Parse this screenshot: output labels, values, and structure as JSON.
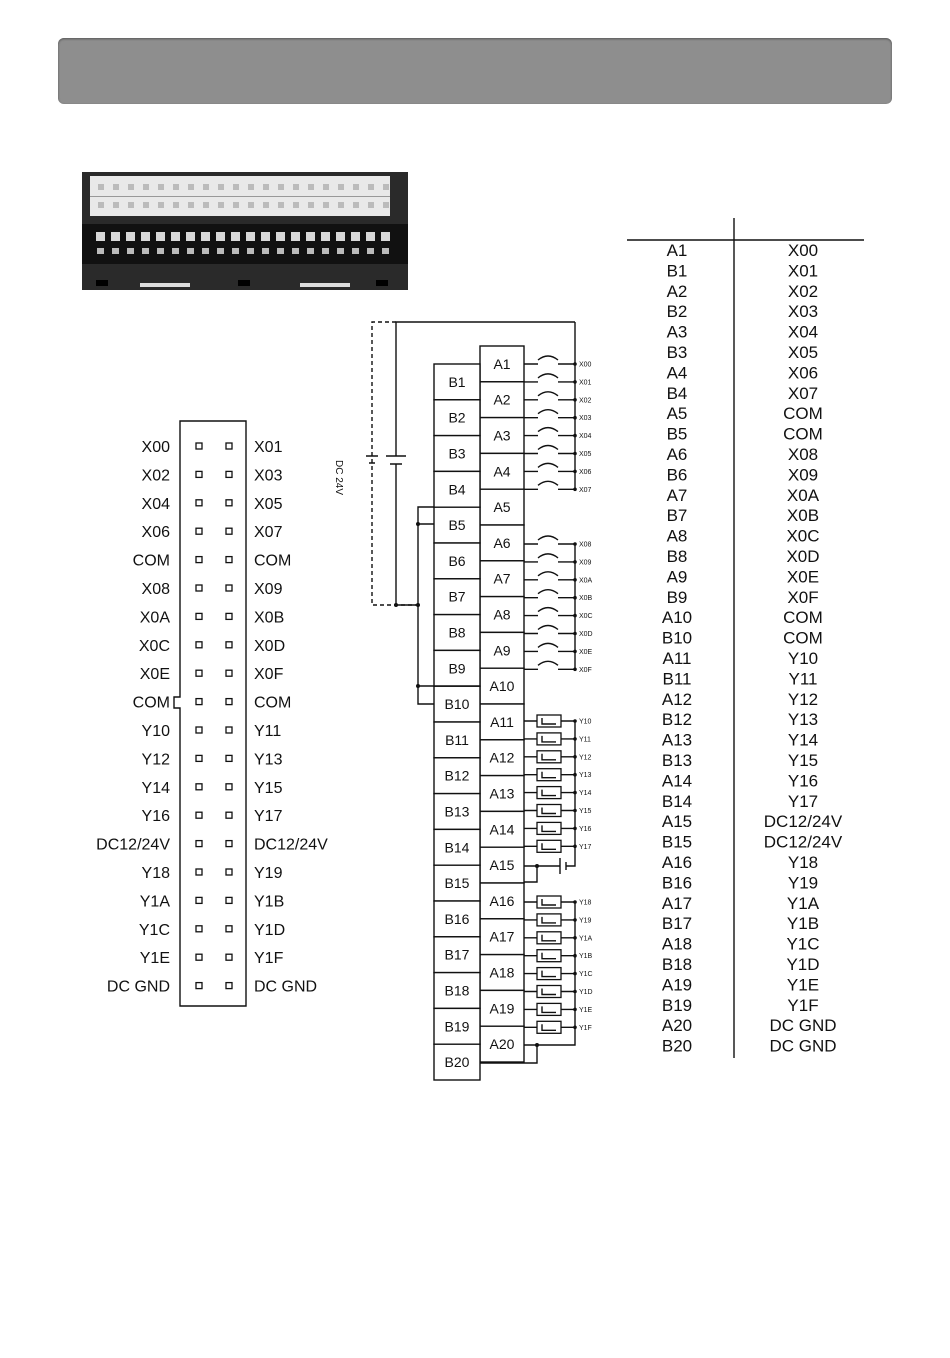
{
  "header": {
    "title": ""
  },
  "photo": {
    "name": "terminal-block-photo"
  },
  "supply": {
    "label": "DC 24V"
  },
  "connector": {
    "left": [
      "X00",
      "X02",
      "X04",
      "X06",
      "COM",
      "X08",
      "X0A",
      "X0C",
      "X0E",
      "COM",
      "Y10",
      "Y12",
      "Y14",
      "Y16",
      "DC12/24V",
      "Y18",
      "Y1A",
      "Y1C",
      "Y1E",
      "DC GND"
    ],
    "right": [
      "X01",
      "X03",
      "X05",
      "X07",
      "COM",
      "X09",
      "X0B",
      "X0D",
      "X0F",
      "COM",
      "Y11",
      "Y13",
      "Y15",
      "Y17",
      "DC12/24V",
      "Y19",
      "Y1B",
      "Y1D",
      "Y1F",
      "DC GND"
    ]
  },
  "terminals": {
    "a": [
      "A1",
      "A2",
      "A3",
      "A4",
      "A5",
      "A6",
      "A7",
      "A8",
      "A9",
      "A10",
      "A11",
      "A12",
      "A13",
      "A14",
      "A15",
      "A16",
      "A17",
      "A18",
      "A19",
      "A20"
    ],
    "b": [
      "B1",
      "B2",
      "B3",
      "B4",
      "B5",
      "B6",
      "B7",
      "B8",
      "B9",
      "B10",
      "B11",
      "B12",
      "B13",
      "B14",
      "B15",
      "B16",
      "B17",
      "B18",
      "B19",
      "B20"
    ]
  },
  "inputs": [
    "X00",
    "X01",
    "X02",
    "X03",
    "X04",
    "X05",
    "X06",
    "X07",
    "X08",
    "X09",
    "X0A",
    "X0B",
    "X0C",
    "X0D",
    "X0E",
    "X0F"
  ],
  "outputs": [
    "Y10",
    "Y11",
    "Y12",
    "Y13",
    "Y14",
    "Y15",
    "Y16",
    "Y17",
    "Y18",
    "Y19",
    "Y1A",
    "Y1B",
    "Y1C",
    "Y1D",
    "Y1E",
    "Y1F"
  ],
  "mapping": {
    "terminal": [
      "A1",
      "B1",
      "A2",
      "B2",
      "A3",
      "B3",
      "A4",
      "B4",
      "A5",
      "B5",
      "A6",
      "B6",
      "A7",
      "B7",
      "A8",
      "B8",
      "A9",
      "B9",
      "A10",
      "B10",
      "A11",
      "B11",
      "A12",
      "B12",
      "A13",
      "B13",
      "A14",
      "B14",
      "A15",
      "B15",
      "A16",
      "B16",
      "A17",
      "B17",
      "A18",
      "B18",
      "A19",
      "B19",
      "A20",
      "B20"
    ],
    "signal": [
      "X00",
      "X01",
      "X02",
      "X03",
      "X04",
      "X05",
      "X06",
      "X07",
      "COM",
      "COM",
      "X08",
      "X09",
      "X0A",
      "X0B",
      "X0C",
      "X0D",
      "X0E",
      "X0F",
      "COM",
      "COM",
      "Y10",
      "Y11",
      "Y12",
      "Y13",
      "Y14",
      "Y15",
      "Y16",
      "Y17",
      "DC12/24V",
      "DC12/24V",
      "Y18",
      "Y19",
      "Y1A",
      "Y1B",
      "Y1C",
      "Y1D",
      "Y1E",
      "Y1F",
      "DC GND",
      "DC GND"
    ]
  }
}
